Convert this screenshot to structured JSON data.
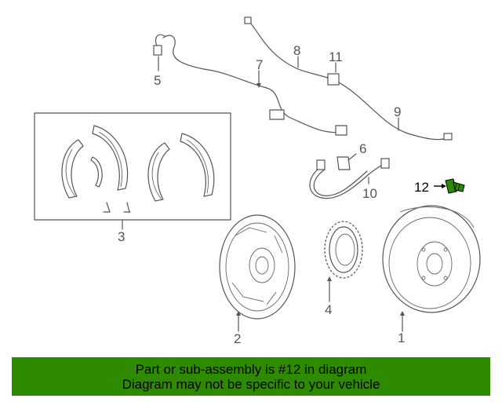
{
  "diagram": {
    "callouts": [
      {
        "id": "1",
        "label": "1"
      },
      {
        "id": "2",
        "label": "2"
      },
      {
        "id": "3",
        "label": "3"
      },
      {
        "id": "4",
        "label": "4"
      },
      {
        "id": "5",
        "label": "5"
      },
      {
        "id": "6",
        "label": "6"
      },
      {
        "id": "7",
        "label": "7"
      },
      {
        "id": "8",
        "label": "8"
      },
      {
        "id": "9",
        "label": "9"
      },
      {
        "id": "10",
        "label": "10"
      },
      {
        "id": "11",
        "label": "11"
      },
      {
        "id": "12",
        "label": "12"
      }
    ],
    "highlight_color": "#2e8b00"
  },
  "banner": {
    "line1": "Part or sub-assembly is #12 in diagram",
    "line2": "Diagram may not be specific to your vehicle",
    "background": "#2e8b00"
  }
}
